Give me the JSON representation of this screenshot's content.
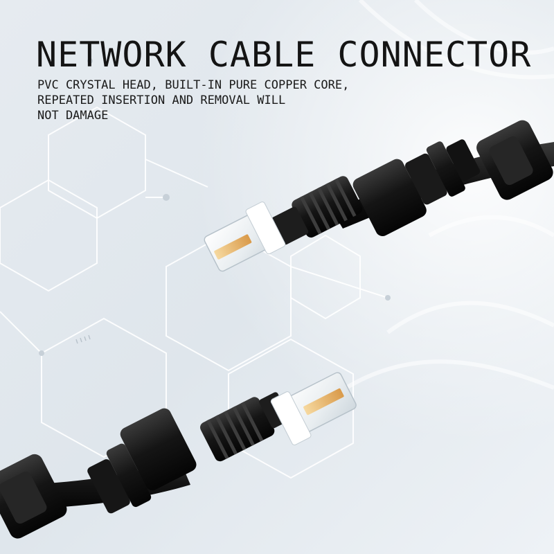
{
  "headline": "NETWORK CABLE CONNECTOR",
  "description_lines": [
    "PVC CRYSTAL HEAD, BUILT-IN PURE COPPER CORE,",
    "REPEATED INSERTION AND REMOVAL WILL",
    "NOT DAMAGE"
  ],
  "colors": {
    "background": "#e9eef3",
    "hex_lines": "#ffffff",
    "cable": "#111111",
    "connector_plug": "#f2f5f7",
    "contact_pins": "#e3b46a"
  },
  "icons": [
    "hexagon-network-pattern",
    "rj45-connector-upper",
    "rj45-connector-lower"
  ]
}
